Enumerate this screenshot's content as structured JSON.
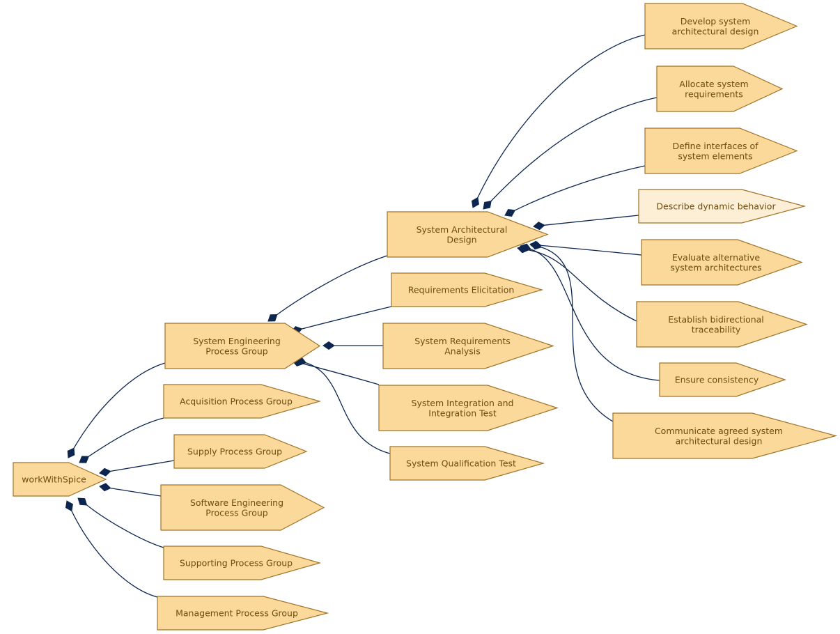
{
  "colors": {
    "node_fill": "#fad99b",
    "node_fill_light": "#fdeed6",
    "node_stroke": "#a07328",
    "node_text": "#6e4c10",
    "edge": "#0d2650"
  },
  "nodes": [
    {
      "id": "root",
      "lines": [
        "workWithSpice"
      ]
    },
    {
      "id": "seg",
      "lines": [
        "System Engineering",
        "Process Group"
      ]
    },
    {
      "id": "acq",
      "lines": [
        "Acquisition Process Group"
      ]
    },
    {
      "id": "sup",
      "lines": [
        "Supply Process Group"
      ]
    },
    {
      "id": "swe",
      "lines": [
        "Software Engineering",
        "Process Group"
      ]
    },
    {
      "id": "supp",
      "lines": [
        "Supporting Process Group"
      ]
    },
    {
      "id": "man",
      "lines": [
        "Management Process Group"
      ]
    },
    {
      "id": "sad",
      "lines": [
        "System Architectural",
        "Design"
      ]
    },
    {
      "id": "re",
      "lines": [
        "Requirements Elicitation"
      ]
    },
    {
      "id": "sra",
      "lines": [
        "System Requirements",
        "Analysis"
      ]
    },
    {
      "id": "sit",
      "lines": [
        "System Integration and",
        "Integration Test"
      ]
    },
    {
      "id": "sqt",
      "lines": [
        "System Qualification Test"
      ]
    },
    {
      "id": "dsad",
      "lines": [
        "Develop system",
        "architectural design"
      ]
    },
    {
      "id": "asr",
      "lines": [
        "Allocate system",
        "requirements"
      ]
    },
    {
      "id": "dise",
      "lines": [
        "Define interfaces of",
        "system elements"
      ]
    },
    {
      "id": "ddb",
      "lines": [
        "Describe dynamic behavior"
      ],
      "light": true
    },
    {
      "id": "easa",
      "lines": [
        "Evaluate alternative",
        "system architectures"
      ]
    },
    {
      "id": "ebt",
      "lines": [
        "Establish bidirectional",
        "traceability"
      ]
    },
    {
      "id": "ec",
      "lines": [
        "Ensure consistency"
      ]
    },
    {
      "id": "casad",
      "lines": [
        "Communicate agreed system",
        "architectural design"
      ]
    }
  ],
  "edges": [
    {
      "from": "root",
      "to": "seg"
    },
    {
      "from": "root",
      "to": "acq"
    },
    {
      "from": "root",
      "to": "sup"
    },
    {
      "from": "root",
      "to": "swe"
    },
    {
      "from": "root",
      "to": "supp"
    },
    {
      "from": "root",
      "to": "man"
    },
    {
      "from": "seg",
      "to": "sad"
    },
    {
      "from": "seg",
      "to": "re"
    },
    {
      "from": "seg",
      "to": "sra"
    },
    {
      "from": "seg",
      "to": "sit"
    },
    {
      "from": "seg",
      "to": "sqt"
    },
    {
      "from": "sad",
      "to": "dsad"
    },
    {
      "from": "sad",
      "to": "asr"
    },
    {
      "from": "sad",
      "to": "dise"
    },
    {
      "from": "sad",
      "to": "ddb"
    },
    {
      "from": "sad",
      "to": "easa"
    },
    {
      "from": "sad",
      "to": "ebt"
    },
    {
      "from": "sad",
      "to": "ec"
    },
    {
      "from": "sad",
      "to": "casad"
    }
  ]
}
